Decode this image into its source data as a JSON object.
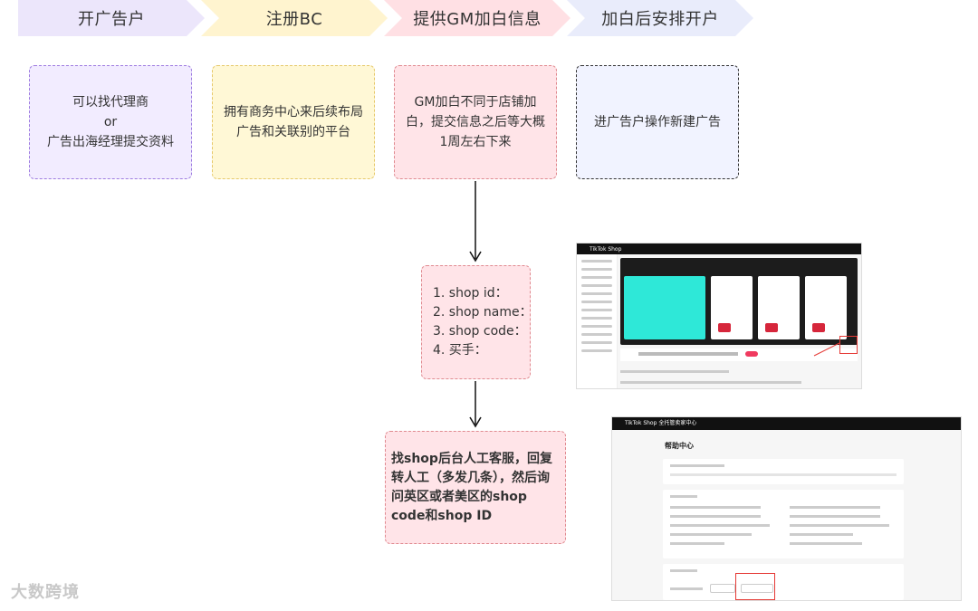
{
  "steps": [
    {
      "label": "开广告户",
      "fill": "#ece6fb"
    },
    {
      "label": "注册BC",
      "fill": "#fff4cf"
    },
    {
      "label": "提供GM加白信息",
      "fill": "#ffe0e4"
    },
    {
      "label": "加白后安排开户",
      "fill": "#e9ecfb"
    }
  ],
  "boxes": {
    "b1": [
      "可以找代理商",
      "or",
      "广告出海经理提交资料"
    ],
    "b2": "拥有商务中心来后续布局广告和关联别的平台",
    "b3": "GM加白不同于店铺加白，提交信息之后等大概1周左右下来",
    "b4": "进广告户操作新建广告",
    "b5": [
      "1. shop id：",
      "2. shop name：",
      "3. shop code：",
      "4. 买手："
    ],
    "b6": "找shop后台人工客服，回复转人工（多发几条），然后询问英区或者美区的shop code和shop ID"
  },
  "screenshots": {
    "s1": {
      "app_title": "TikTok Shop"
    },
    "s2": {
      "app_title": "TikTok Shop 全托管卖家中心",
      "heading": "帮助中心"
    }
  },
  "watermark": "大数跨境"
}
